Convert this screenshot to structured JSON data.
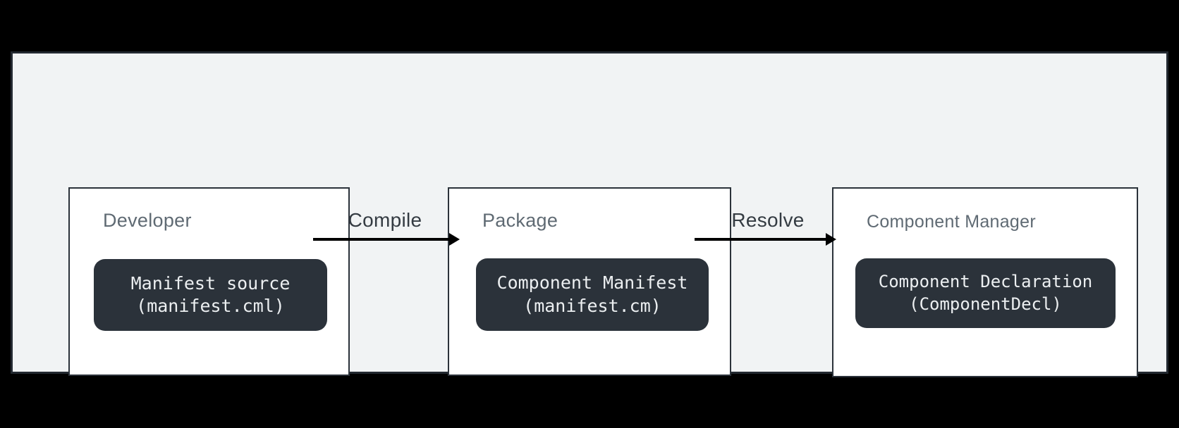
{
  "diagram": {
    "type": "flow",
    "colors": {
      "background": "#000000",
      "panel_background": "#f1f3f4",
      "panel_border": "#232931",
      "node_background": "#ffffff",
      "node_border": "#2b323a",
      "chip_background": "#2b323a",
      "chip_text": "#eceff1",
      "node_title_text": "#5f6a73",
      "arrow": "#000000",
      "arrow_label_text": "#343b42"
    },
    "nodes": [
      {
        "title": "Developer",
        "chip_line1": "Manifest source",
        "chip_line2": "(manifest.cml)"
      },
      {
        "title": "Package",
        "chip_line1": "Component Manifest",
        "chip_line2": "(manifest.cm)"
      },
      {
        "title": "Component Manager",
        "chip_line1": "Component Declaration",
        "chip_line2": "(ComponentDecl)"
      }
    ],
    "edges": [
      {
        "label": "Compile",
        "from": "Manifest source (manifest.cml)",
        "to": "Component Manifest (manifest.cm)"
      },
      {
        "label": "Resolve",
        "from": "Component Manifest (manifest.cm)",
        "to": "Component Declaration (ComponentDecl)"
      }
    ]
  }
}
